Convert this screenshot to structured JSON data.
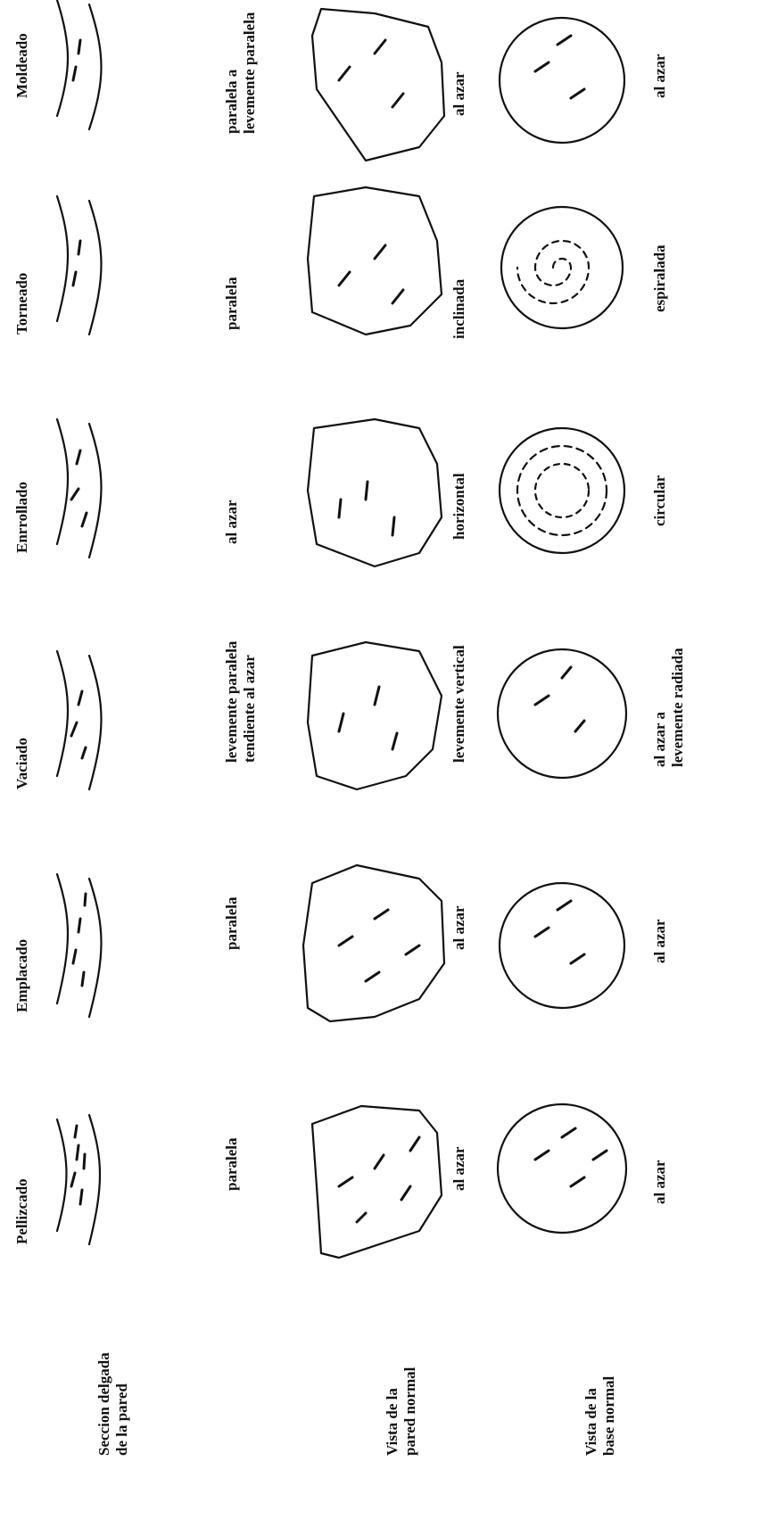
{
  "row_labels": {
    "section": [
      "Seccion delgada",
      "de la pared"
    ],
    "wall": [
      "Vista de la",
      "pared normal"
    ],
    "base": [
      "Vista de la",
      "base normal"
    ]
  },
  "columns": [
    {
      "method": "Pellizcado",
      "section": [
        "paralela"
      ],
      "wall": [
        "al azar"
      ],
      "base": [
        "al azar"
      ]
    },
    {
      "method": "Emplacado",
      "section": [
        "paralela"
      ],
      "wall": [
        "al azar"
      ],
      "base": [
        "al azar"
      ]
    },
    {
      "method": "Vaciado",
      "section": [
        "levemente paralela",
        "tendiente al azar"
      ],
      "wall": [
        "levemente vertical"
      ],
      "base": [
        "al azar a",
        "levemente radiada"
      ]
    },
    {
      "method": "Enrrollado",
      "section": [
        "al azar"
      ],
      "wall": [
        "horizontal"
      ],
      "base": [
        "circular"
      ]
    },
    {
      "method": "Torneado",
      "section": [
        "paralela"
      ],
      "wall": [
        "inclinada"
      ],
      "base": [
        "espiralada"
      ]
    },
    {
      "method": "Moldeado",
      "section": [
        "paralela a",
        "levemente paralela"
      ],
      "wall": [
        "al azar"
      ],
      "base": [
        "al azar"
      ]
    }
  ]
}
